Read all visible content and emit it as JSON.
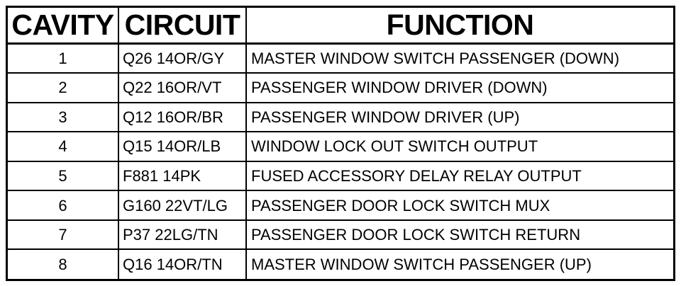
{
  "table": {
    "headers": {
      "cavity": "CAVITY",
      "circuit": "CIRCUIT",
      "function": "FUNCTION"
    },
    "rows": [
      {
        "cavity": "1",
        "circuit": "Q26 14OR/GY",
        "function": "MASTER WINDOW SWITCH PASSENGER (DOWN)"
      },
      {
        "cavity": "2",
        "circuit": "Q22 16OR/VT",
        "function": "PASSENGER WINDOW DRIVER (DOWN)"
      },
      {
        "cavity": "3",
        "circuit": "Q12 16OR/BR",
        "function": "PASSENGER WINDOW DRIVER (UP)"
      },
      {
        "cavity": "4",
        "circuit": "Q15 14OR/LB",
        "function": "WINDOW LOCK OUT SWITCH OUTPUT"
      },
      {
        "cavity": "5",
        "circuit": "F881 14PK",
        "function": "FUSED ACCESSORY DELAY RELAY OUTPUT"
      },
      {
        "cavity": "6",
        "circuit": "G160 22VT/LG",
        "function": "PASSENGER DOOR LOCK SWITCH MUX"
      },
      {
        "cavity": "7",
        "circuit": "P37 22LG/TN",
        "function": "PASSENGER DOOR LOCK SWITCH RETURN"
      },
      {
        "cavity": "8",
        "circuit": "Q16 14OR/TN",
        "function": "MASTER WINDOW SWITCH PASSENGER (UP)"
      }
    ]
  }
}
